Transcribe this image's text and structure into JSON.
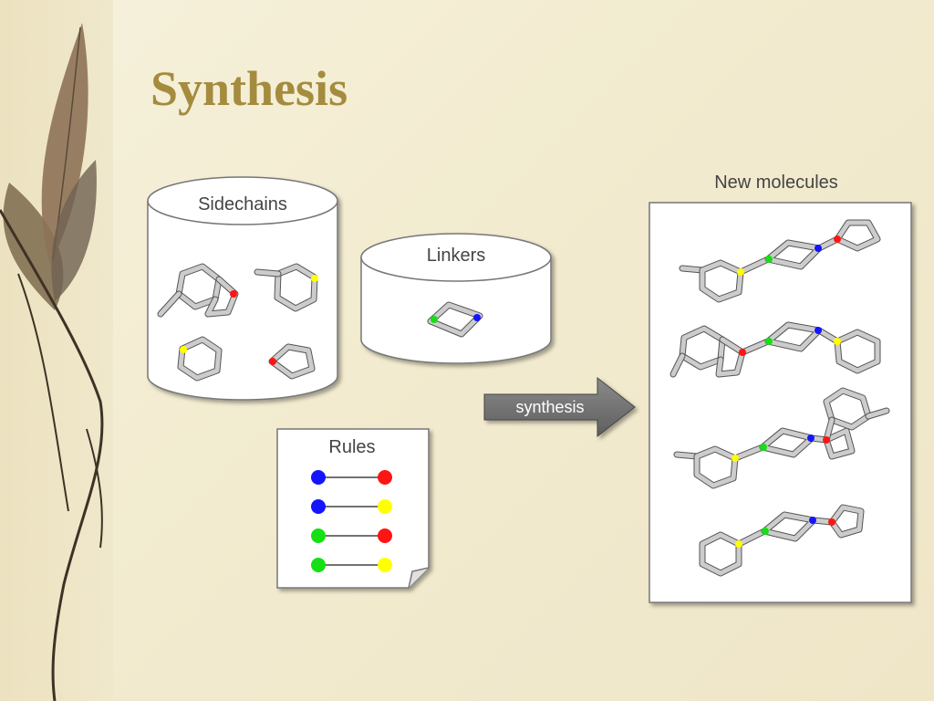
{
  "title": "Synthesis",
  "sidechains_label": "Sidechains",
  "linkers_label": "Linkers",
  "rules_label": "Rules",
  "arrow_label": "synthesis",
  "new_molecules_label": "New molecules",
  "rules": [
    {
      "left": "#1414ff",
      "right": "#ff1414"
    },
    {
      "left": "#1414ff",
      "right": "#ffff00"
    },
    {
      "left": "#14e014",
      "right": "#ff1414"
    },
    {
      "left": "#14e014",
      "right": "#ffff00"
    }
  ],
  "colors": {
    "title": "#a48b3e",
    "arrow": "#777777",
    "bond": "#cccccc",
    "oxygen": "#ff1414",
    "sulfur": "#ffff00",
    "nitrogen": "#1414ff",
    "green_site": "#14e014"
  }
}
